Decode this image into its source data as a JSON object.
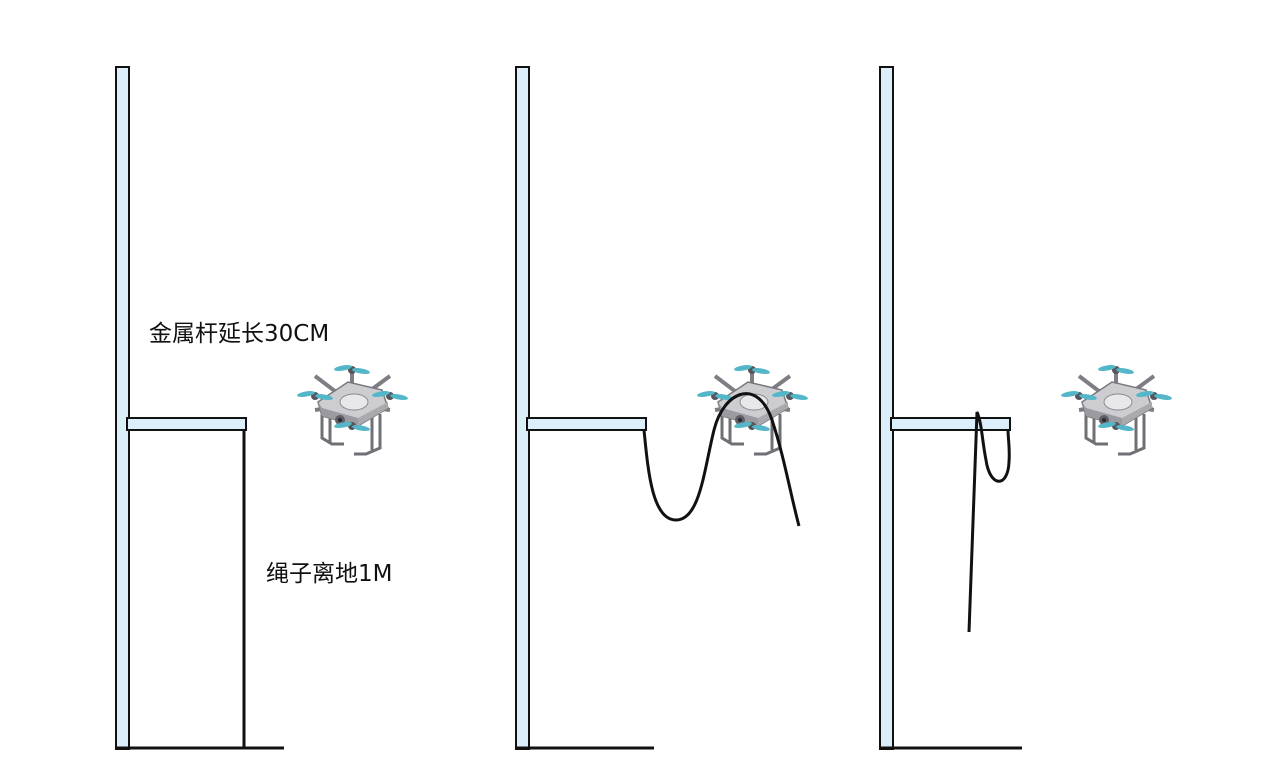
{
  "annotations": {
    "rod_extension_label": "金属杆延长30CM",
    "rope_height_label": "绳子离地1M"
  },
  "colors": {
    "pole_fill": "#dbeefa",
    "outline": "#111111",
    "rope": "#111111",
    "drone_body": "#c9c9cc",
    "drone_body_dark": "#8f8f94",
    "propeller": "#4fb3c8"
  },
  "panels": [
    {
      "name": "panel-1",
      "rope_state": "hanging-straight"
    },
    {
      "name": "panel-2",
      "rope_state": "caught-on-drone"
    },
    {
      "name": "panel-3",
      "rope_state": "looped-on-rod"
    }
  ],
  "icons": [
    "drone-icon"
  ]
}
